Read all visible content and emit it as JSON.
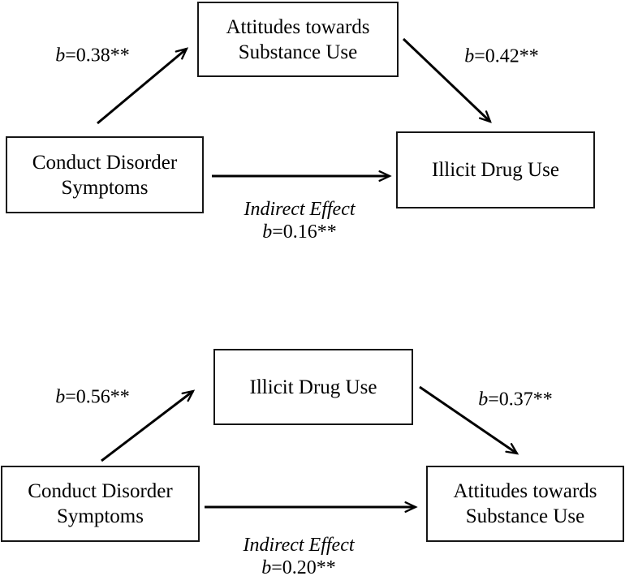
{
  "colors": {
    "ink": "#000000",
    "background": "#ffffff"
  },
  "top": {
    "predictor": "Conduct Disorder\nSymptoms",
    "mediator": "Attitudes towards\nSubstance Use",
    "outcome": "Illicit Drug Use",
    "path_a": {
      "symbol": "b",
      "value": "=0.38**"
    },
    "path_b": {
      "symbol": "b",
      "value": "=0.42**"
    },
    "indirect": {
      "title": "Indirect Effect",
      "symbol": "b",
      "value": "=0.16**"
    }
  },
  "bottom": {
    "predictor": "Conduct Disorder\nSymptoms",
    "mediator": "Illicit Drug Use",
    "outcome": "Attitudes towards\nSubstance Use",
    "path_a": {
      "symbol": "b",
      "value": "=0.56**"
    },
    "path_b": {
      "symbol": "b",
      "value": "=0.37**"
    },
    "indirect": {
      "title": "Indirect Effect",
      "symbol": "b",
      "value": "=0.20**"
    }
  }
}
